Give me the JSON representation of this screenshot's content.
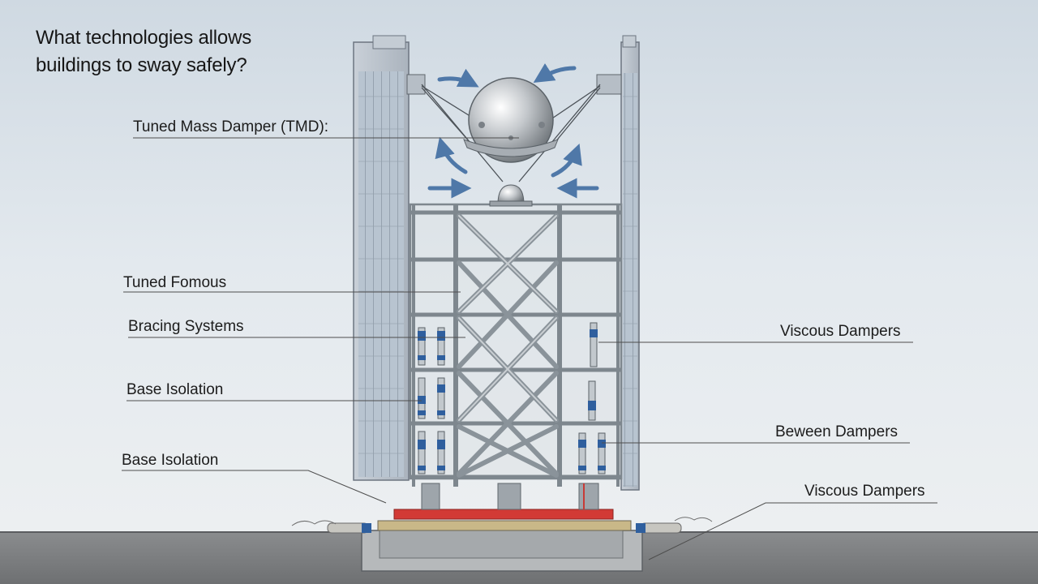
{
  "title_line1": "What technologies allows",
  "title_line2": "buildings to sway safely?",
  "labels": {
    "tmd": "Tuned Mass Damper (TMD):",
    "tuned_fomous": "Tuned Fomous",
    "bracing": "Bracing Systems",
    "base_isolation_1": "Base Isolation",
    "base_isolation_2": "Base Isolation",
    "viscous_1": "Viscous Dampers",
    "beween": "Beween Dampers",
    "viscous_2": "Viscous Dampers"
  },
  "colors": {
    "arrow": "#4f78a8",
    "steel": "#8c949b",
    "isolation_pad": "#d23a35",
    "damper_blue": "#2f5f9e",
    "ground": "#7b7d7f"
  },
  "icons": {
    "arrow": "curved-arrow-icon",
    "damper": "damper-icon"
  }
}
